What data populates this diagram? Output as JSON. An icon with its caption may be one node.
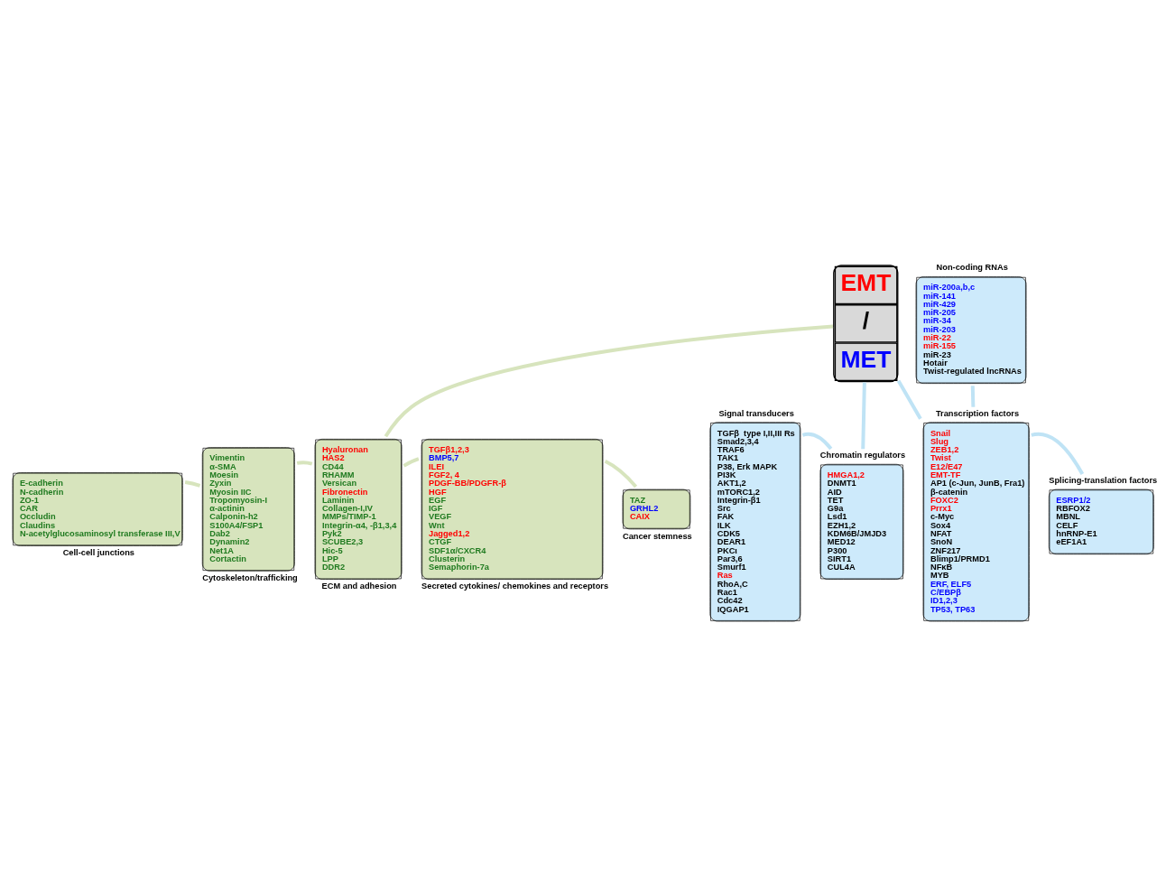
{
  "diagram": {
    "nodes": [
      {
        "text": [
          "EMT",
          "/",
          "MET"
        ]
      },
      {
        "text": [
          "Signal transducers",
          "TGFβ  type I,II,III Rs",
          "Smad2,3,4",
          "TRAF6",
          "TAK1",
          "P38, Erk MAPK",
          "PI3K",
          "AKT1,2",
          "mTORC1,2",
          "Integrin-β1",
          "Src",
          "FAK",
          "ILK",
          "CDK5",
          "DEAR1",
          "PKCι",
          "Par3,6",
          "Smurf1",
          "Ras",
          "RhoA,C",
          "Rac1",
          "Cdc42",
          "IQGAP1"
        ]
      },
      {
        "text": [
          "Chromatin regulators",
          "HMGA1,2",
          "DNMT1",
          "AID",
          "TET",
          "G9a",
          "Lsd1",
          "EZH1,2",
          "KDM6B/JMJD3",
          "MED12",
          "P300",
          "SIRT1",
          "CUL4A"
        ]
      },
      {
        "text": [
          "Transcription factors",
          "Snail",
          "Slug",
          "ZEB1,2",
          "Twist",
          "E12/E47",
          "EMT-TF",
          "AP1 (c-Jun, JunB, Fra1)",
          "β-catenin",
          "FOXC2",
          "Prrx1",
          "c-Myc",
          "Sox4",
          "NFAT",
          "SnoN",
          "ZNF217",
          "Blimp1/PRMD1",
          "NFκB",
          "MYB",
          "ERF, ELF5",
          "C/EBPβ",
          "ID1,2,3",
          "TP53, TP63"
        ]
      },
      {
        "text": [
          "Splicing-translation factors",
          "ESRP1/2",
          "RBFOX2",
          "MBNL",
          "CELF",
          "hnRNP-E1",
          "eEF1A1"
        ]
      },
      {
        "text": [
          "Non-coding RNAs",
          "miR-200a,b,c",
          "miR-141",
          "miR-429",
          "miR-205",
          "miR-34",
          "miR-203",
          "miR-22",
          "miR-155",
          "miR-23",
          "Hotair",
          "Twist-regulated lncRNAs"
        ]
      },
      {
        "text": [
          "E-cadherin",
          "N-cadherin",
          "ZO-1",
          "CAR",
          "Occludin",
          "Claudins",
          "N-acetylglucosaminosyl transferase III,V",
          "Cell-cell junctions"
        ]
      },
      {
        "text": [
          "Vimentin",
          "α-SMA",
          "Moesin",
          "Zyxin",
          "Myosin IIC",
          "Tropomyosin-I",
          "α-actinin",
          "Calponin-h2",
          "S100A4/FSP1",
          "Dab2",
          "Dynamin2",
          "Net1A",
          "Cortactin",
          "Cytoskeleton/trafficking"
        ]
      },
      {
        "text": [
          "Hyaluronan",
          "HAS2",
          "CD44",
          "RHAMM",
          "Versican",
          "Fibronectin",
          "Laminin",
          "Collagen-I,IV",
          "MMPs/TIMP-1",
          "Integrin-α4, -β1,3,4",
          "Pyk2",
          "SCUBE2,3",
          "Hic-5",
          "LPP",
          "DDR2",
          "ECM and adhesion"
        ]
      },
      {
        "text": [
          "TGFβ1,2,3",
          "BMP5,7",
          "ILEI",
          "FGF2, 4",
          "PDGF-BB/PDGFR-β",
          "HGF",
          "EGF",
          "IGF",
          "VEGF",
          "Wnt",
          "Jagged1,2",
          "CTGF",
          "SDF1α/CXCR4",
          "Clusterin",
          "Semaphorin-7a",
          "Secreted cytokines/ chemokines and receptors"
        ]
      },
      {
        "text": [
          "TAZ",
          "GRHL2",
          "CAIX",
          "Cancer stemness"
        ]
      }
    ],
    "edges": [
      {
        "from": 1,
        "to": 2,
        "arrow": "none"
      },
      {
        "from": 0,
        "to": 2,
        "arrow": "none"
      },
      {
        "from": 0,
        "to": 3,
        "arrow": "none"
      },
      {
        "from": 3,
        "to": 4,
        "arrow": "none"
      },
      {
        "from": 3,
        "to": 5,
        "arrow": "none"
      },
      {
        "from": 0,
        "to": 8,
        "arrow": "none",
        "color": "#d7e4bd"
      },
      {
        "from": 7,
        "to": 8,
        "arrow": "none",
        "color": "#d7e4bd"
      },
      {
        "from": 6,
        "to": 7,
        "arrow": "none",
        "color": "#d7e4bd"
      },
      {
        "from": 8,
        "to": 9,
        "arrow": "none",
        "color": "#d7e4bd"
      },
      {
        "from": 9,
        "to": 10,
        "arrow": "none",
        "color": "#d7e4bd"
      }
    ]
  }
}
